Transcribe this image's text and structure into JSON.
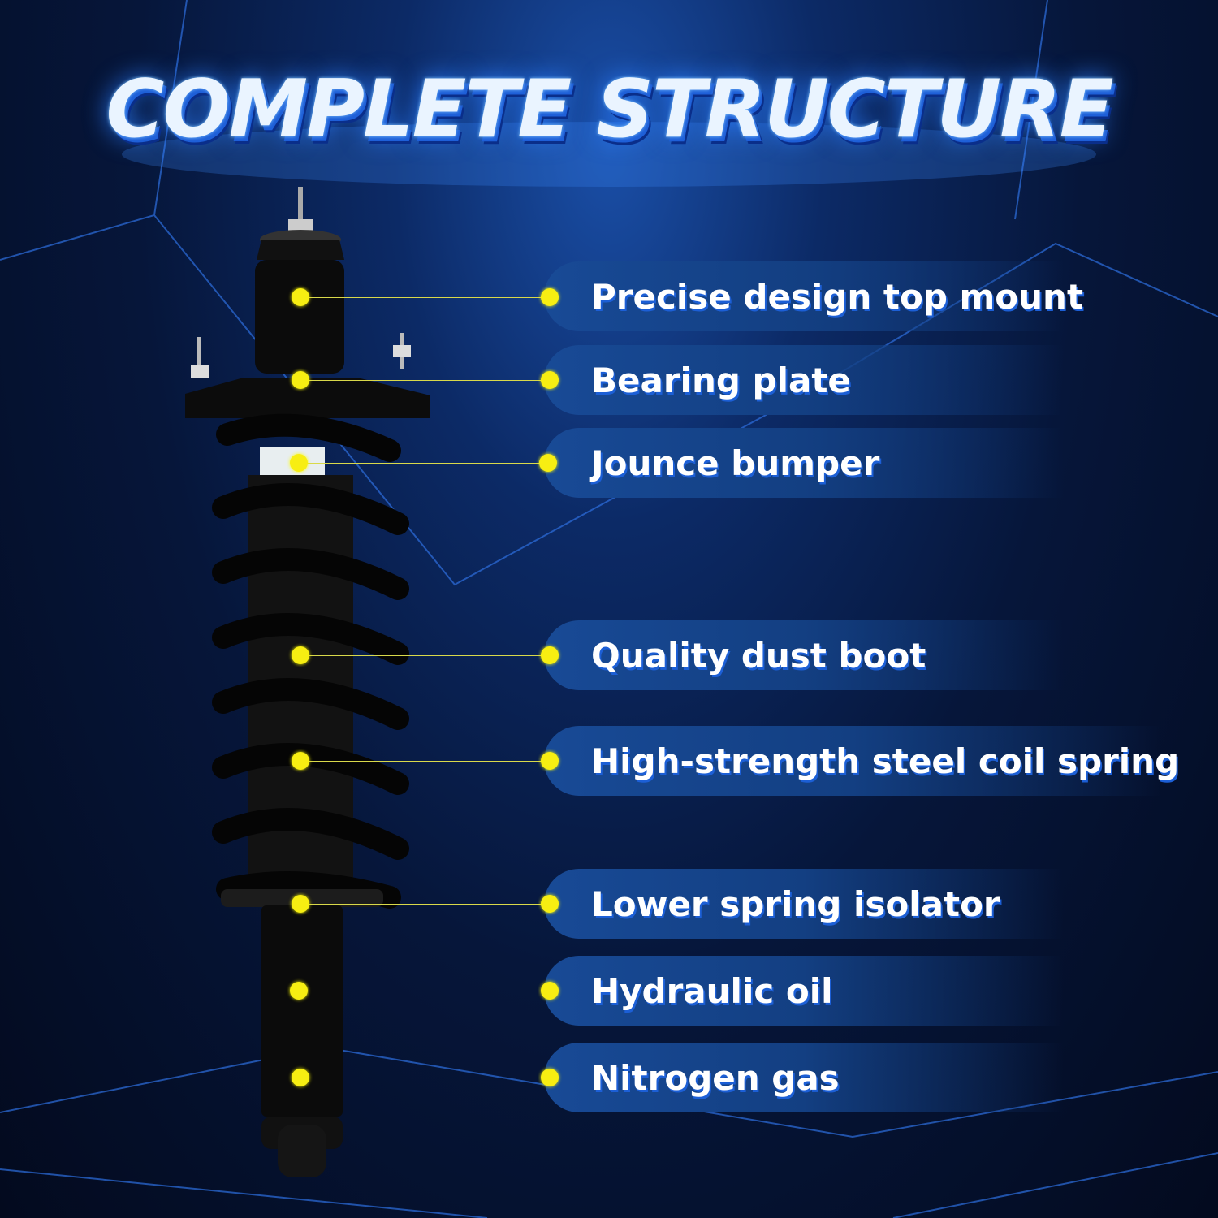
{
  "title": "COMPLETE STRUCTURE",
  "labels": [
    "Precise design top mount",
    "Bearing plate",
    "Jounce bumper",
    "Quality dust boot",
    "High-strength steel coil spring",
    "Lower spring isolator",
    "Hydraulic oil",
    "Nitrogen gas"
  ],
  "colors": {
    "accent": "#f7ee12",
    "pill": "#184a96",
    "background": "#06163a"
  }
}
